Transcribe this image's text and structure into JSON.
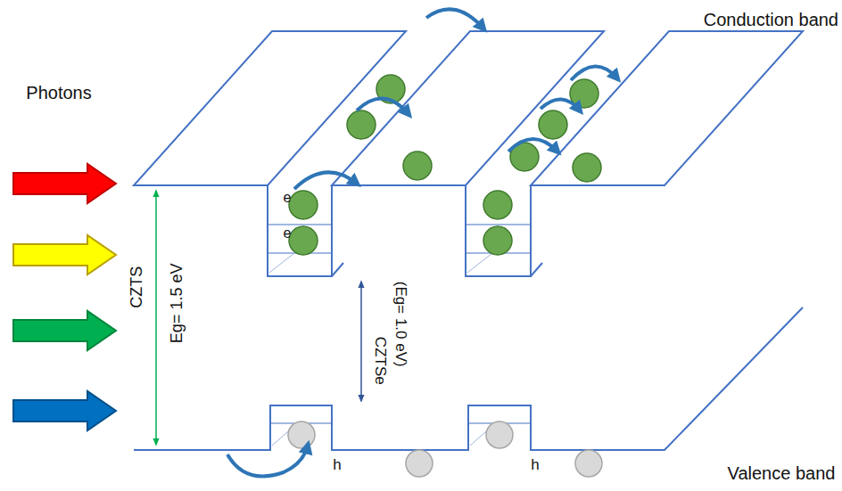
{
  "diagram": {
    "labels": [
      "Conduction band",
      "Photons",
      "CZTS",
      "Eg= 1.5 eV",
      "CZTSe",
      "(Eg= 1.0 eV)",
      "e",
      "e",
      "h",
      "h",
      "Valence band"
    ]
  }
}
